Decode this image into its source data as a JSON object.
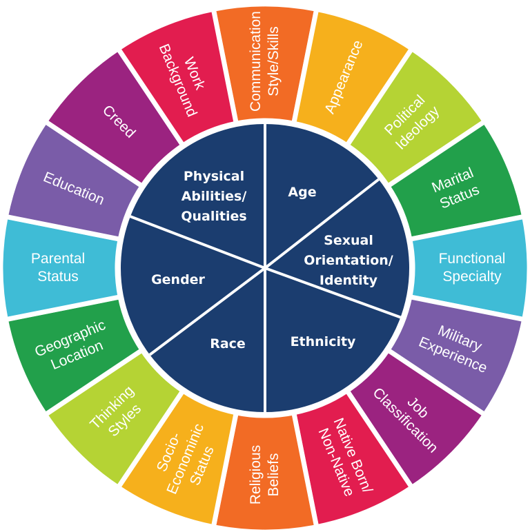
{
  "outer_ring": [
    {
      "label": [
        "Communication",
        "Style/Skills"
      ],
      "color": "#f26b25"
    },
    {
      "label": [
        "Appearance"
      ],
      "color": "#f6b01c"
    },
    {
      "label": [
        "Political",
        "Ideology"
      ],
      "color": "#b5d334"
    },
    {
      "label": [
        "Marital",
        "Status"
      ],
      "color": "#22a04b"
    },
    {
      "label": [
        "Functional",
        "Specialty"
      ],
      "color": "#3fbcd6"
    },
    {
      "label": [
        "Military",
        "Experience"
      ],
      "color": "#7a5ca8"
    },
    {
      "label": [
        "Job",
        "Classification"
      ],
      "color": "#9b2380"
    },
    {
      "label": [
        "Native Born/",
        "Non-Native"
      ],
      "color": "#e21d4f"
    },
    {
      "label": [
        "Religious",
        "Beliefs"
      ],
      "color": "#f26b25"
    },
    {
      "label": [
        "Socio-",
        "Econominic",
        "Status"
      ],
      "color": "#f6b01c"
    },
    {
      "label": [
        "Thinking",
        "Styles"
      ],
      "color": "#b5d334"
    },
    {
      "label": [
        "Geographic",
        "Location"
      ],
      "color": "#22a04b"
    },
    {
      "label": [
        "Parental",
        "Status"
      ],
      "color": "#3fbcd6"
    },
    {
      "label": [
        "Education"
      ],
      "color": "#7a5ca8"
    },
    {
      "label": [
        "Creed"
      ],
      "color": "#9b2380"
    },
    {
      "label": [
        "Work",
        "Background"
      ],
      "color": "#e21d4f"
    }
  ],
  "inner_circle": {
    "color": "#1b3d6f",
    "slices": [
      {
        "label": [
          "Age"
        ]
      },
      {
        "label": [
          "Sexual",
          "Orientation/",
          "Identity"
        ]
      },
      {
        "label": [
          "Ethnicity"
        ]
      },
      {
        "label": [
          "Race"
        ]
      },
      {
        "label": [
          "Gender"
        ]
      },
      {
        "label": [
          "Physical",
          "Abilities/",
          "Qualities"
        ]
      }
    ]
  }
}
